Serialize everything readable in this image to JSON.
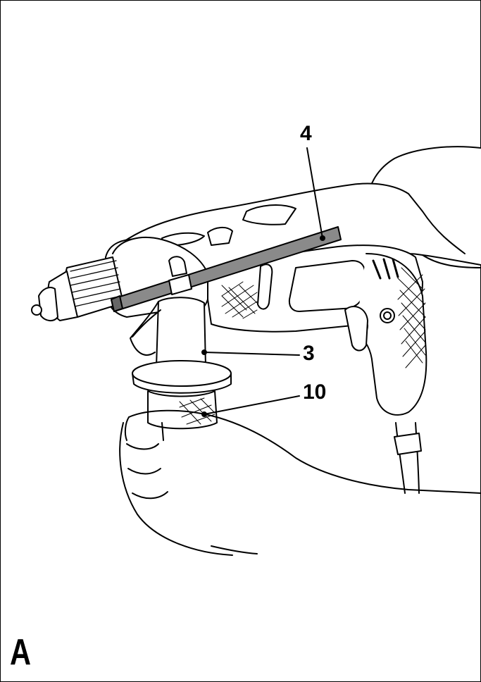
{
  "figure": {
    "letter": "A",
    "callouts": [
      {
        "label": "4"
      },
      {
        "label": "3"
      },
      {
        "label": "10"
      }
    ]
  },
  "colors": {
    "line": "#000000",
    "depth_rod": "#8a8a8a",
    "background": "#ffffff"
  },
  "icons": [
    "drill-illustration",
    "hand-illustration",
    "depth-stop-rod",
    "side-handle"
  ]
}
